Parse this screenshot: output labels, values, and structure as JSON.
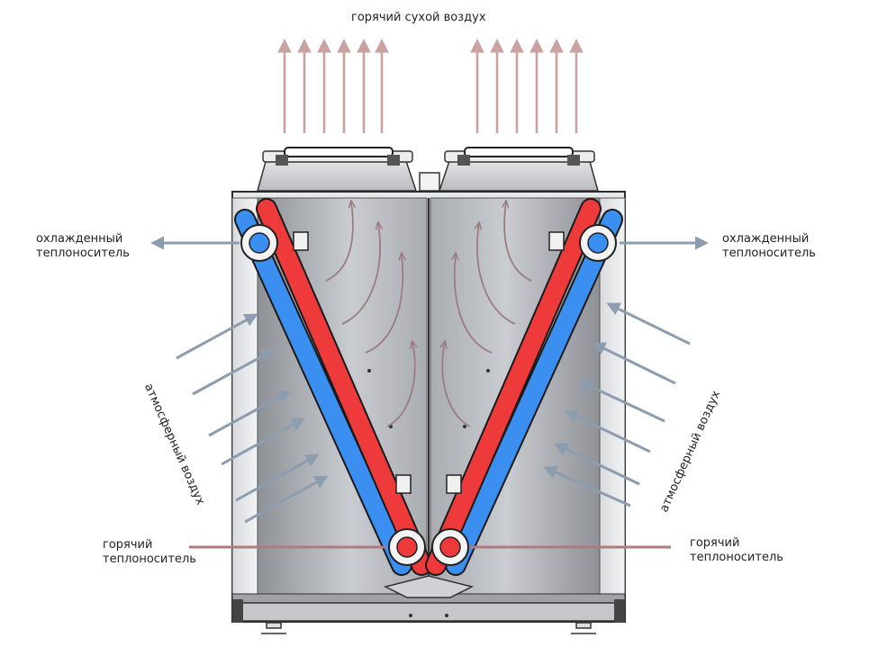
{
  "labels": {
    "top_output": "горячий сухой воздух",
    "left_cooled_line1": "охлажденный",
    "left_cooled_line2": "теплоноситель",
    "right_cooled_line1": "охлажденный",
    "right_cooled_line2": "теплоноситель",
    "left_air": "атмосферный воздух",
    "right_air": "атмосферный воздух",
    "left_hot_line1": "горячий",
    "left_hot_line2": "теплоноситель",
    "right_hot_line1": "горячий",
    "right_hot_line2": "теплоноситель"
  },
  "colors": {
    "hot_pipe": "#ee3a3a",
    "cold_pipe": "#3a8ff0",
    "intake_arrow": "#8c9db0",
    "exhaust_arrow": "#c9a2a2",
    "hot_line": "#b07a7e",
    "housing": "#b9bcc0"
  }
}
